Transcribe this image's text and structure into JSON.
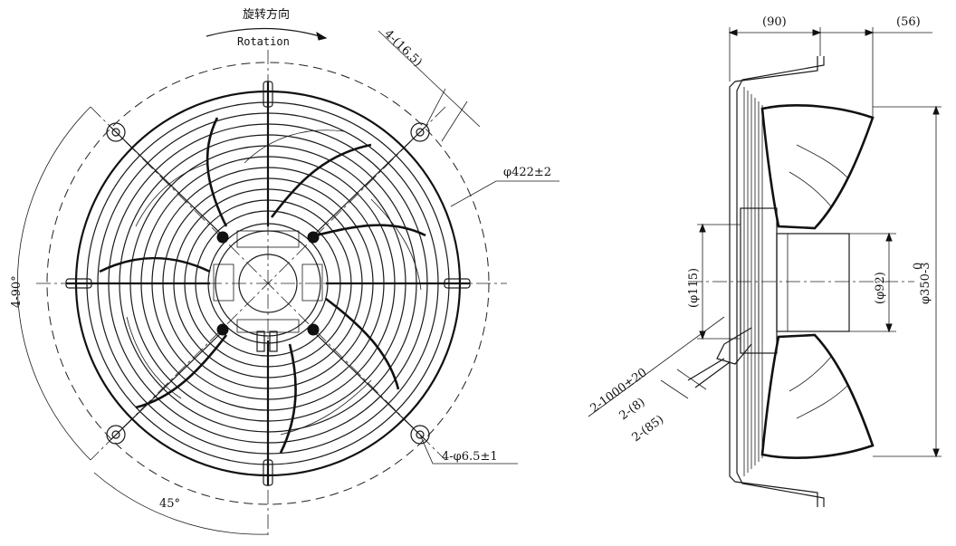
{
  "front_view": {
    "rotation_cn": "旋转方向",
    "rotation_en": "Rotation",
    "dim_slot": "4-(16.5)",
    "dim_outer_diameter": "φ422±2",
    "dim_angle_4x90": "4-90°",
    "dim_angle_45": "45°",
    "dim_holes": "4-φ6.5±1"
  },
  "side_view": {
    "dim_depth_90": "(90)",
    "dim_depth_56": "(56)",
    "dim_hub_115": "(φ115)",
    "dim_motor_92": "(φ92)",
    "dim_fan_350": "φ350-3",
    "dim_fan_350_tol": "0",
    "cable_length": "2-1000±20",
    "cable_8": "2-(8)",
    "cable_85": "2-(85)"
  }
}
